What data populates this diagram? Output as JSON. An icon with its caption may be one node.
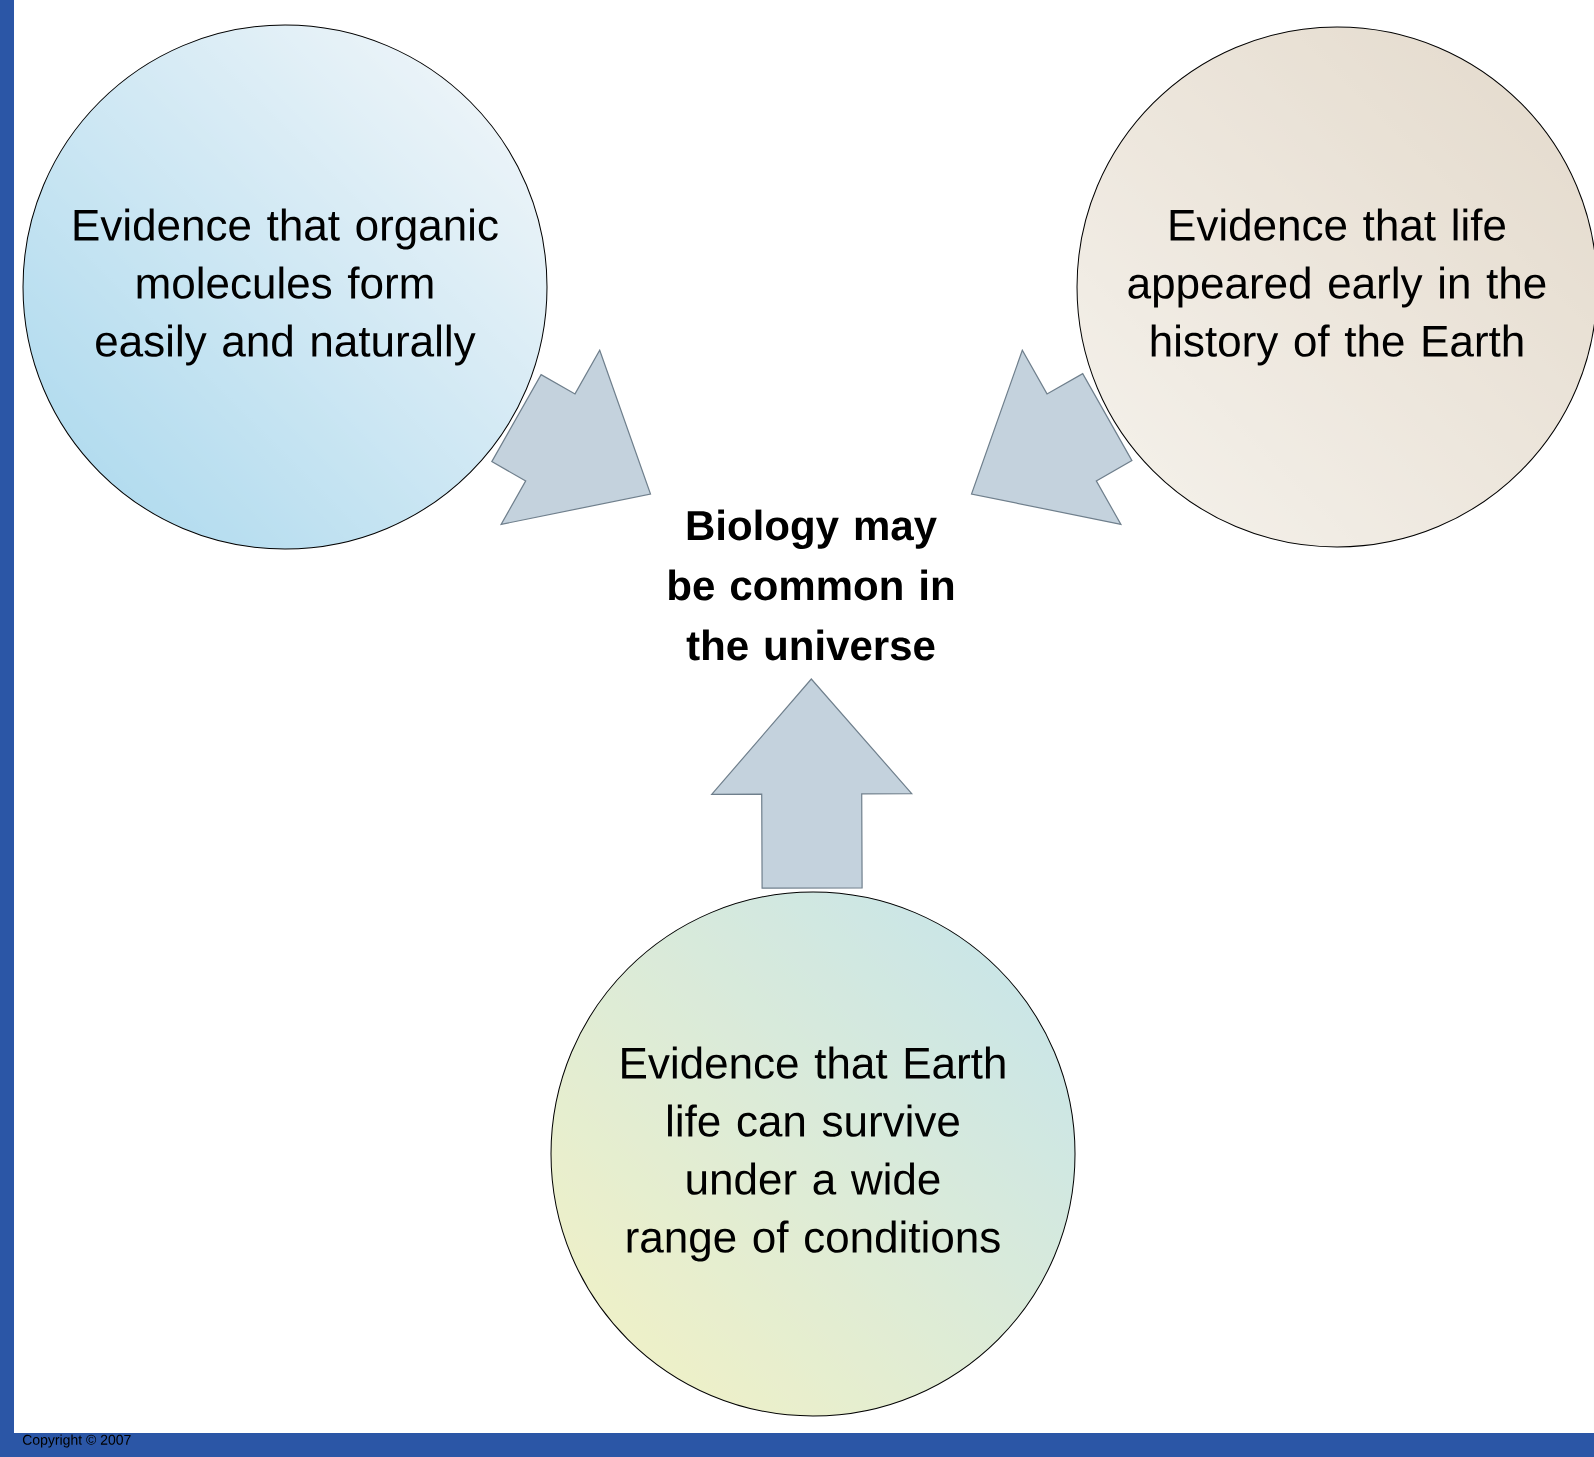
{
  "diagram": {
    "nodes": [
      {
        "text": [
          "Evidence that organic molecules form easily and naturally"
        ]
      },
      {
        "text": [
          "Evidence that life appeared early in the history of the Earth"
        ]
      },
      {
        "text": [
          "Biology may be common in the universe"
        ]
      },
      {
        "text": [
          "Evidence that Earth life can survive under a wide range of conditions"
        ]
      }
    ],
    "edges": [
      {
        "from": 0,
        "to": 2,
        "arrow": "to"
      },
      {
        "from": 1,
        "to": 2,
        "arrow": "to"
      },
      {
        "from": 3,
        "to": 2,
        "arrow": "to"
      }
    ],
    "labels": [
      "Copyright © 2007"
    ]
  }
}
